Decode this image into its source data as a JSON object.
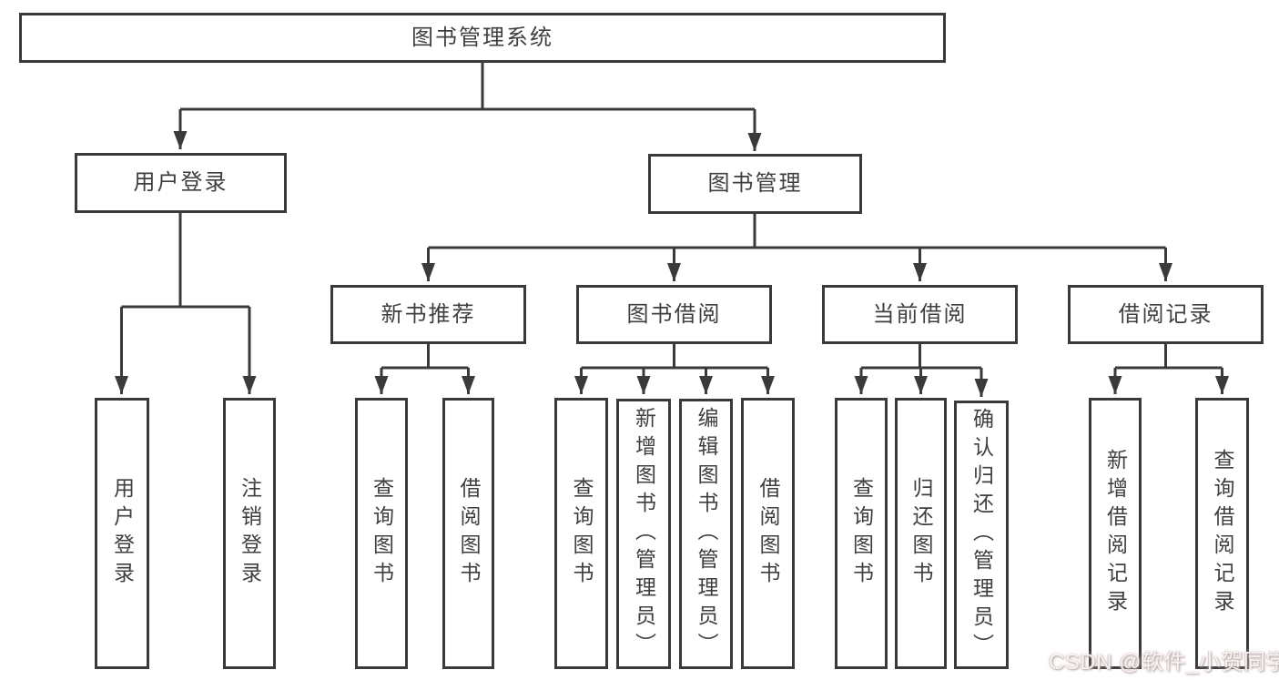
{
  "colors": {
    "line": "#3a3a3a",
    "box_border": "#3a3a3a",
    "box_background": "#ffffff",
    "text": "#3f3f3f",
    "page_background": "#ffffff",
    "watermark_text": "#f7f3f2",
    "watermark_shadow": "#a39596"
  },
  "watermark": {
    "text": "CSDN @软件_小贺同学"
  },
  "tree": {
    "root": {
      "label": "图书管理系统"
    },
    "level2": [
      {
        "label": "用户登录",
        "children": [
          {
            "label": "用户登录"
          },
          {
            "label": "注销登录"
          }
        ]
      },
      {
        "label": "图书管理",
        "children": [
          {
            "label": "新书推荐",
            "children": [
              {
                "label": "查询图书"
              },
              {
                "label": "借阅图书"
              }
            ]
          },
          {
            "label": "图书借阅",
            "children": [
              {
                "label": "查询图书"
              },
              {
                "label": "新增图书（管理员）"
              },
              {
                "label": "编辑图书（管理员）"
              },
              {
                "label": "借阅图书"
              }
            ]
          },
          {
            "label": "当前借阅",
            "children": [
              {
                "label": "查询图书"
              },
              {
                "label": "归还图书"
              },
              {
                "label": "确认归还（管理员）"
              }
            ]
          },
          {
            "label": "借阅记录",
            "children": [
              {
                "label": "新增借阅记录"
              },
              {
                "label": "查询借阅记录"
              }
            ]
          }
        ]
      }
    ]
  }
}
